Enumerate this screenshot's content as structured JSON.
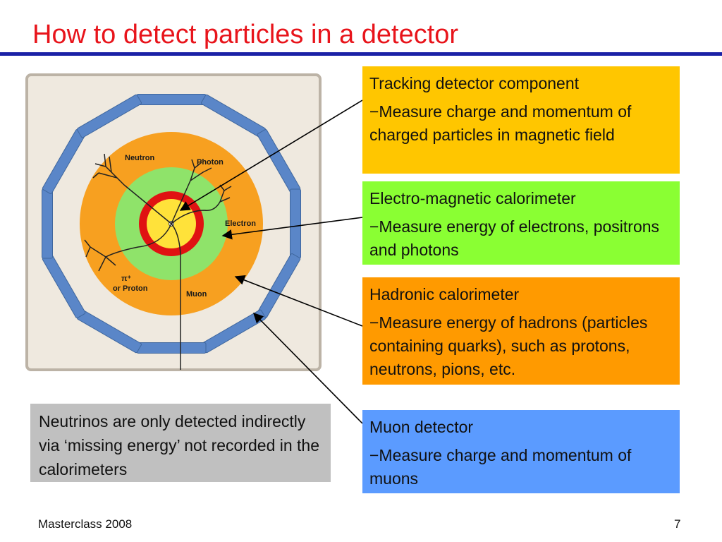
{
  "slide": {
    "title": "How to detect particles in a detector",
    "footer_left": "Masterclass 2008",
    "page_number": "7"
  },
  "diagram": {
    "labels": {
      "neutron": "Neutron",
      "photon": "Photon",
      "electron": "Electron",
      "pion_line1": "π⁺",
      "pion_line2": "or Proton",
      "muon": "Muon"
    }
  },
  "boxes": {
    "tracking": {
      "title": "Tracking detector component",
      "body": "−Measure charge and momentum of charged particles in magnetic field",
      "color": "#ffc600"
    },
    "em": {
      "title": "Electro-magnetic calorimeter",
      "body": "−Measure energy of electrons, positrons and photons",
      "color": "#8aff33"
    },
    "hadronic": {
      "title": "Hadronic calorimeter",
      "body": "−Measure energy of hadrons (particles containing quarks), such as protons, neutrons, pions, etc.",
      "color": "#ff9a00"
    },
    "muon": {
      "title": "Muon detector",
      "body": "−Measure charge and momentum of muons",
      "color": "#5b9bff"
    }
  },
  "note": {
    "text": "Neutrinos are only detected indirectly via ‘missing energy’ not recorded in the calorimeters"
  },
  "colors": {
    "title": "#e8141b",
    "rule": "#1b21a6",
    "hadronic_ring": "#f7a020",
    "em_ring": "#8fe36a",
    "tracker_ring": "#e01212",
    "tracker_core": "#ffe23a",
    "muon_chambers": "#5a86c8",
    "note_bg": "#c0c0c0"
  }
}
